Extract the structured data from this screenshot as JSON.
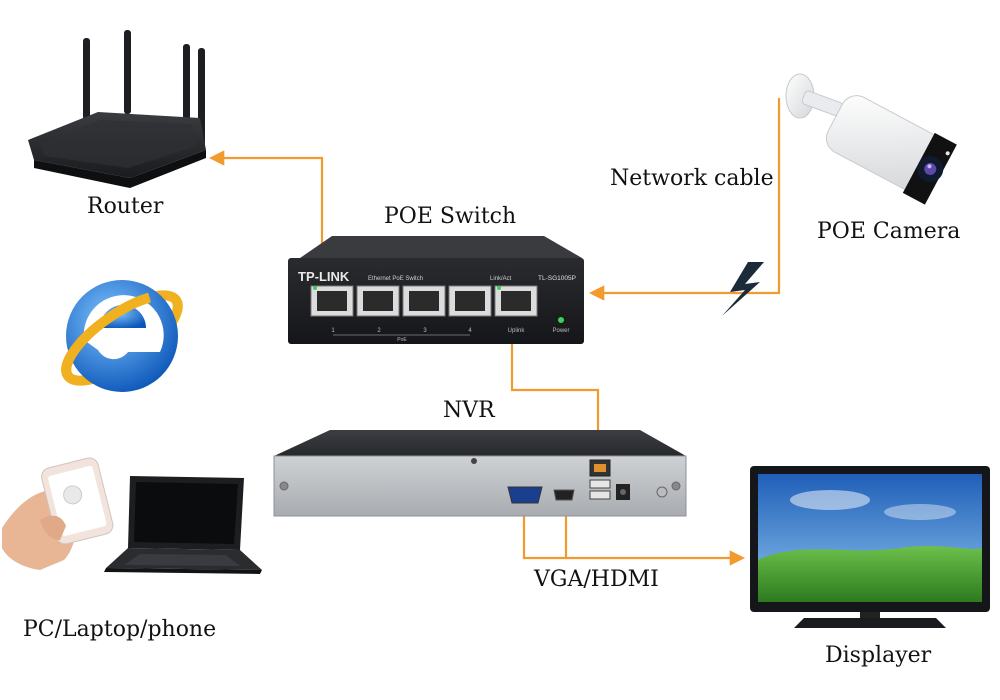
{
  "labels": {
    "router": "Router",
    "poe_switch": "POE Switch",
    "network_cable": "Network cable",
    "poe_camera": "POE Camera",
    "nvr": "NVR",
    "vga_hdmi": "VGA/HDMI",
    "clients": "PC/Laptop/phone",
    "displayer": "Displayer"
  },
  "switch_panel": {
    "brand": "TP-LINK",
    "series": "Ethernet PoE Switch",
    "link_act": "Link/Act",
    "model": "TL-SG1005P",
    "ports": [
      "1",
      "2",
      "3",
      "4"
    ],
    "poe_tag": "PoE",
    "uplink": "Uplink",
    "power": "Power"
  },
  "colors": {
    "cable": "#f29a2e",
    "device_dark": "#2b2d31",
    "nvr_face": "#b9bcc0",
    "sky": "#2f7fd6",
    "grass": "#3f9a2c",
    "ie_blue": "#1f73d6",
    "ie_ring": "#f0b020"
  },
  "icons": [
    "router-icon",
    "poe-switch-icon",
    "camera-icon",
    "lightning-icon",
    "ie-browser-icon",
    "nvr-icon",
    "phone-icon",
    "laptop-icon",
    "monitor-icon"
  ]
}
